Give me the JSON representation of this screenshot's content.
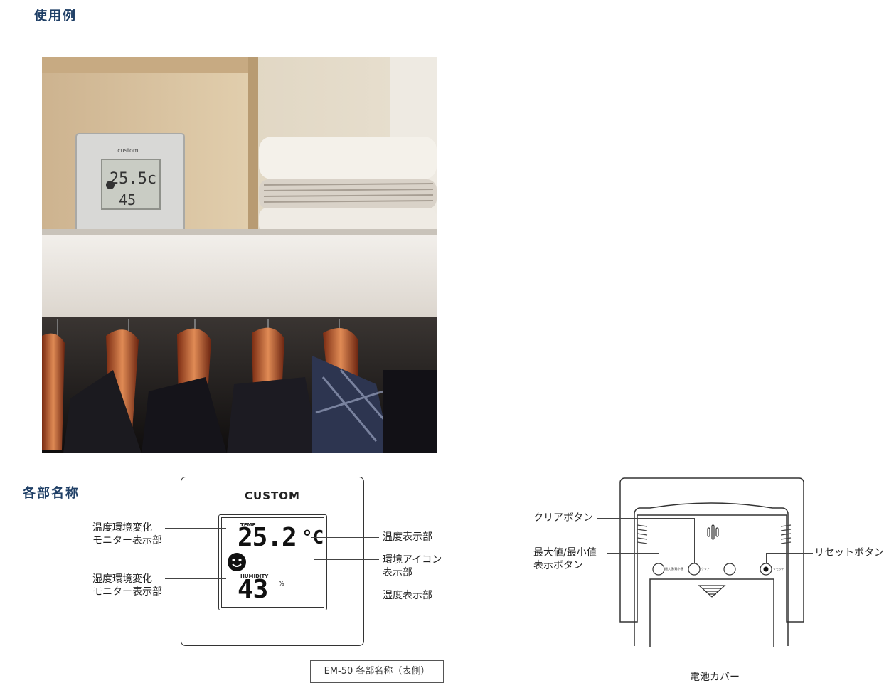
{
  "sections": {
    "usage_title": "使用例",
    "parts_title": "各部名称"
  },
  "photo": {
    "device_brand": "custom",
    "temp_reading": "25.5c",
    "humidity_reading": "45"
  },
  "front_diagram": {
    "brand": "CUSTOM",
    "temp_label": "TEMP",
    "temp_value": "25.2",
    "temp_unit": "°C",
    "humidity_label": "HUMIDITY",
    "humidity_value": "43",
    "humidity_unit": "%",
    "callouts": {
      "temp_monitor_line1": "温度環境変化",
      "temp_monitor_line2": "モニター表示部",
      "humidity_monitor_line1": "湿度環境変化",
      "humidity_monitor_line2": "モニター表示部",
      "temp_display": "温度表示部",
      "env_icon_line1": "環境アイコン",
      "env_icon_line2": "表示部",
      "humidity_display": "湿度表示部"
    },
    "caption": "EM-50 各部名称（表側）"
  },
  "back_diagram": {
    "button_labels": {
      "maxmin": "最大値/最小値",
      "clear": "クリア",
      "reset": "リセット"
    },
    "callouts": {
      "clear_button": "クリアボタン",
      "maxmin_line1": "最大値/最小値",
      "maxmin_line2": "表示ボタン",
      "reset_button": "リセットボタン",
      "battery_cover": "電池カバー"
    }
  }
}
